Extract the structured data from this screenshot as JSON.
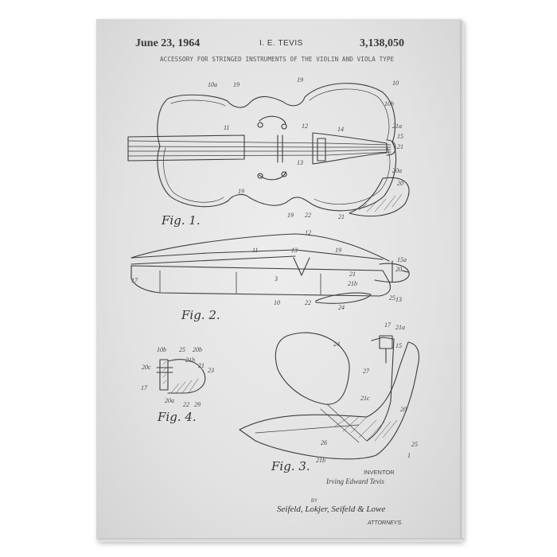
{
  "patent": {
    "date": "June 23, 1964",
    "inventor_short": "I. E. TEVIS",
    "number": "3,138,050",
    "title": "ACCESSORY FOR STRINGED INSTRUMENTS OF THE VIOLIN AND VIOLA TYPE"
  },
  "figures": {
    "fig1": "Fig. 1.",
    "fig2": "Fig. 2.",
    "fig3": "Fig. 3.",
    "fig4": "Fig. 4."
  },
  "signature_block": {
    "inventor_label": "INVENTOR",
    "inventor_name": "Irving Edward Tevis",
    "by": "BY",
    "attorneys_signature": "Seifeld, Lokjer, Seifeld & Lowe",
    "attorneys_label": "ATTORNEYS."
  },
  "reference_numerals": {
    "fig1": [
      "10a",
      "19",
      "19",
      "10",
      "10b",
      "11",
      "12",
      "14",
      "21a",
      "15",
      "21",
      "13",
      "20a",
      "20",
      "19",
      "19",
      "22",
      "21"
    ],
    "fig2": [
      "12",
      "11",
      "13",
      "19",
      "15a",
      "20",
      "17",
      "3",
      "21",
      "21b",
      "13",
      "10",
      "22",
      "25",
      "24"
    ],
    "fig3": [
      "17",
      "21a",
      "15",
      "24",
      "27",
      "21c",
      "20",
      "26",
      "25",
      "21b",
      "1"
    ],
    "fig4": [
      "10b",
      "25",
      "20b",
      "20c",
      "21b",
      "21",
      "23",
      "17",
      "20a",
      "22",
      "29"
    ]
  },
  "colors": {
    "paper": "#e4e4e4",
    "ink": "#3a3a3a",
    "background": "#ffffff"
  }
}
